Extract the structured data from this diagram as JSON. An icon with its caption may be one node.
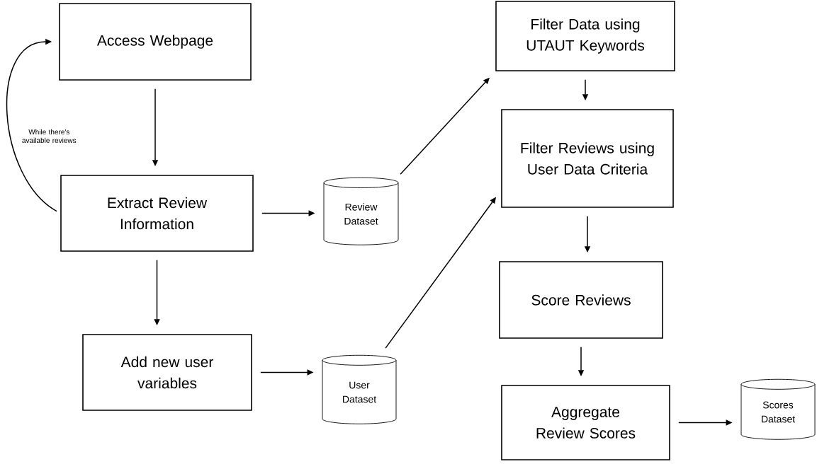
{
  "diagram": {
    "nodes": [
      {
        "text": [
          "Access Webpage"
        ]
      },
      {
        "text": [
          "Extract Review Information"
        ]
      },
      {
        "text": [
          "Add new user variables"
        ]
      },
      {
        "text": [
          "Review Dataset"
        ]
      },
      {
        "text": [
          "User Dataset"
        ]
      },
      {
        "text": [
          "Filter Data using UTAUT Keywords"
        ]
      },
      {
        "text": [
          "Filter Reviews using User Data Criteria"
        ]
      },
      {
        "text": [
          "Score Reviews"
        ]
      },
      {
        "text": [
          "Aggregate Review Scores"
        ]
      },
      {
        "text": [
          "Scores Dataset"
        ]
      }
    ],
    "edges": [
      {
        "from": 0,
        "to": 1,
        "arrow": "to"
      },
      {
        "from": 1,
        "to": 0,
        "arrow": "to",
        "label": "While there's available reviews"
      },
      {
        "from": 1,
        "to": 3,
        "arrow": "to"
      },
      {
        "from": 1,
        "to": 2,
        "arrow": "to"
      },
      {
        "from": 2,
        "to": 4,
        "arrow": "to"
      },
      {
        "from": 3,
        "to": 5,
        "arrow": "to"
      },
      {
        "from": 4,
        "to": 6,
        "arrow": "to"
      },
      {
        "from": 5,
        "to": 6,
        "arrow": "to"
      },
      {
        "from": 6,
        "to": 7,
        "arrow": "to"
      },
      {
        "from": 7,
        "to": 8,
        "arrow": "to"
      },
      {
        "from": 8,
        "to": 9,
        "arrow": "to"
      }
    ]
  }
}
